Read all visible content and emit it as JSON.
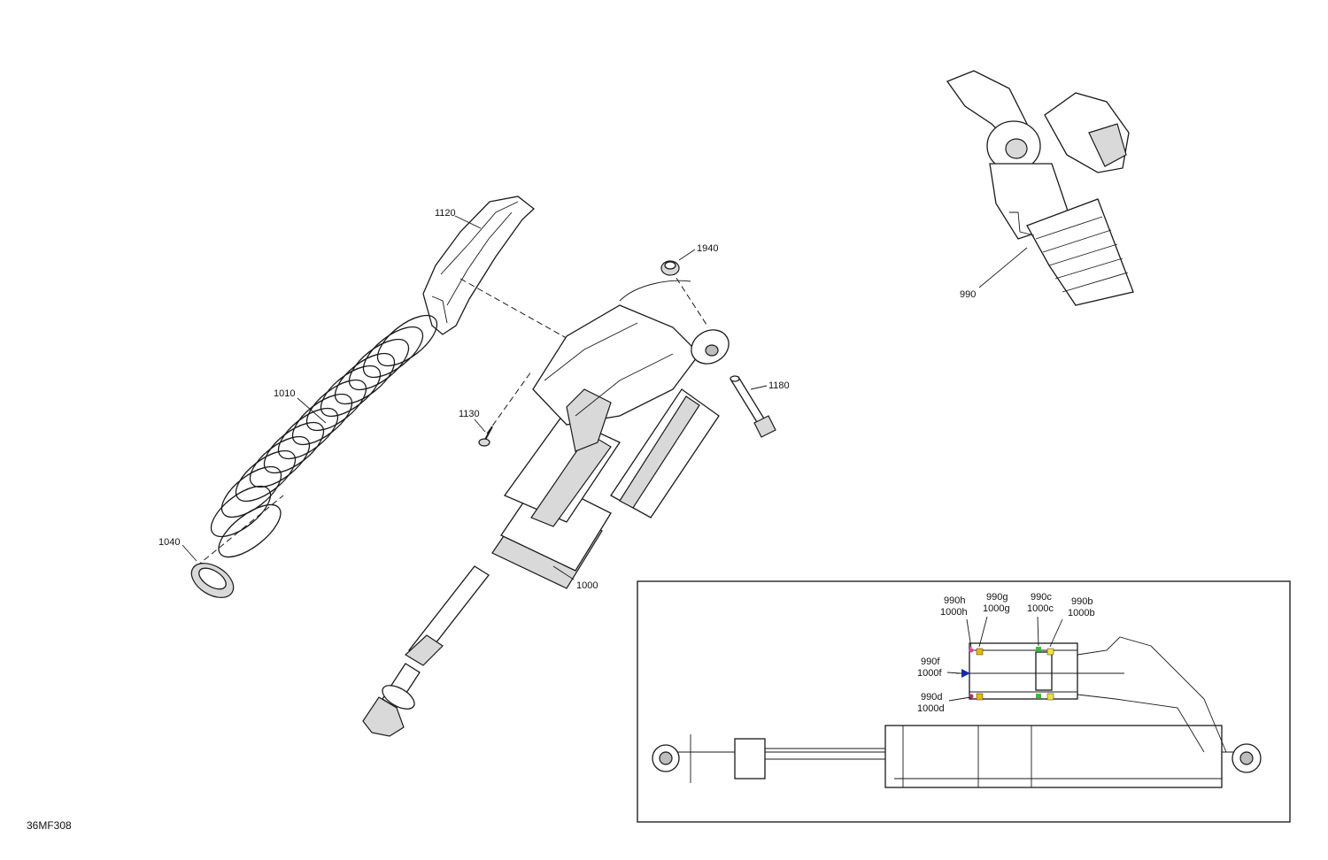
{
  "diagram_id": "36MF308",
  "callouts": {
    "c1120": "1120",
    "c1940": "1940",
    "c1010": "1010",
    "c1130": "1130",
    "c1180": "1180",
    "c1040": "1040",
    "c1000": "1000",
    "c990": "990"
  },
  "detail": {
    "c990h": "990h",
    "c1000h": "1000h",
    "c990g": "990g",
    "c1000g": "1000g",
    "c990c": "990c",
    "c1000c": "1000c",
    "c990b": "990b",
    "c1000b": "1000b",
    "c990f": "990f",
    "c1000f": "1000f",
    "c990d": "990d",
    "c1000d": "1000d"
  },
  "colors": {
    "h": "#e0409a",
    "g": "#e8b800",
    "c": "#2fbf3a",
    "b": "#f0e040",
    "f": "#1a2aa0",
    "d": "#b0306f"
  }
}
